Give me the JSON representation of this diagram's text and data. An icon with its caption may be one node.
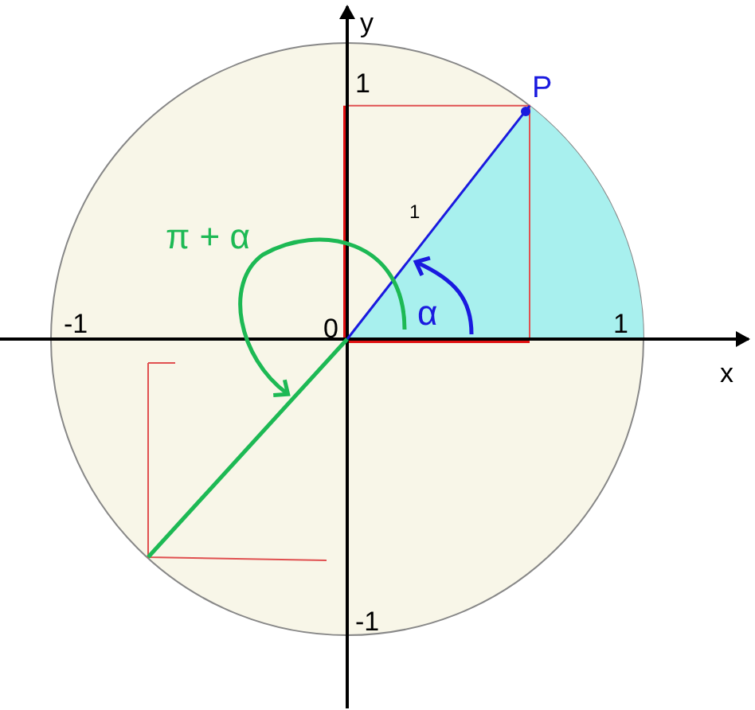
{
  "diagram": {
    "labels": [
      "y",
      "1",
      "P",
      "π + α",
      "1",
      "-1",
      "0",
      "α",
      "1",
      "x",
      "-1"
    ]
  }
}
